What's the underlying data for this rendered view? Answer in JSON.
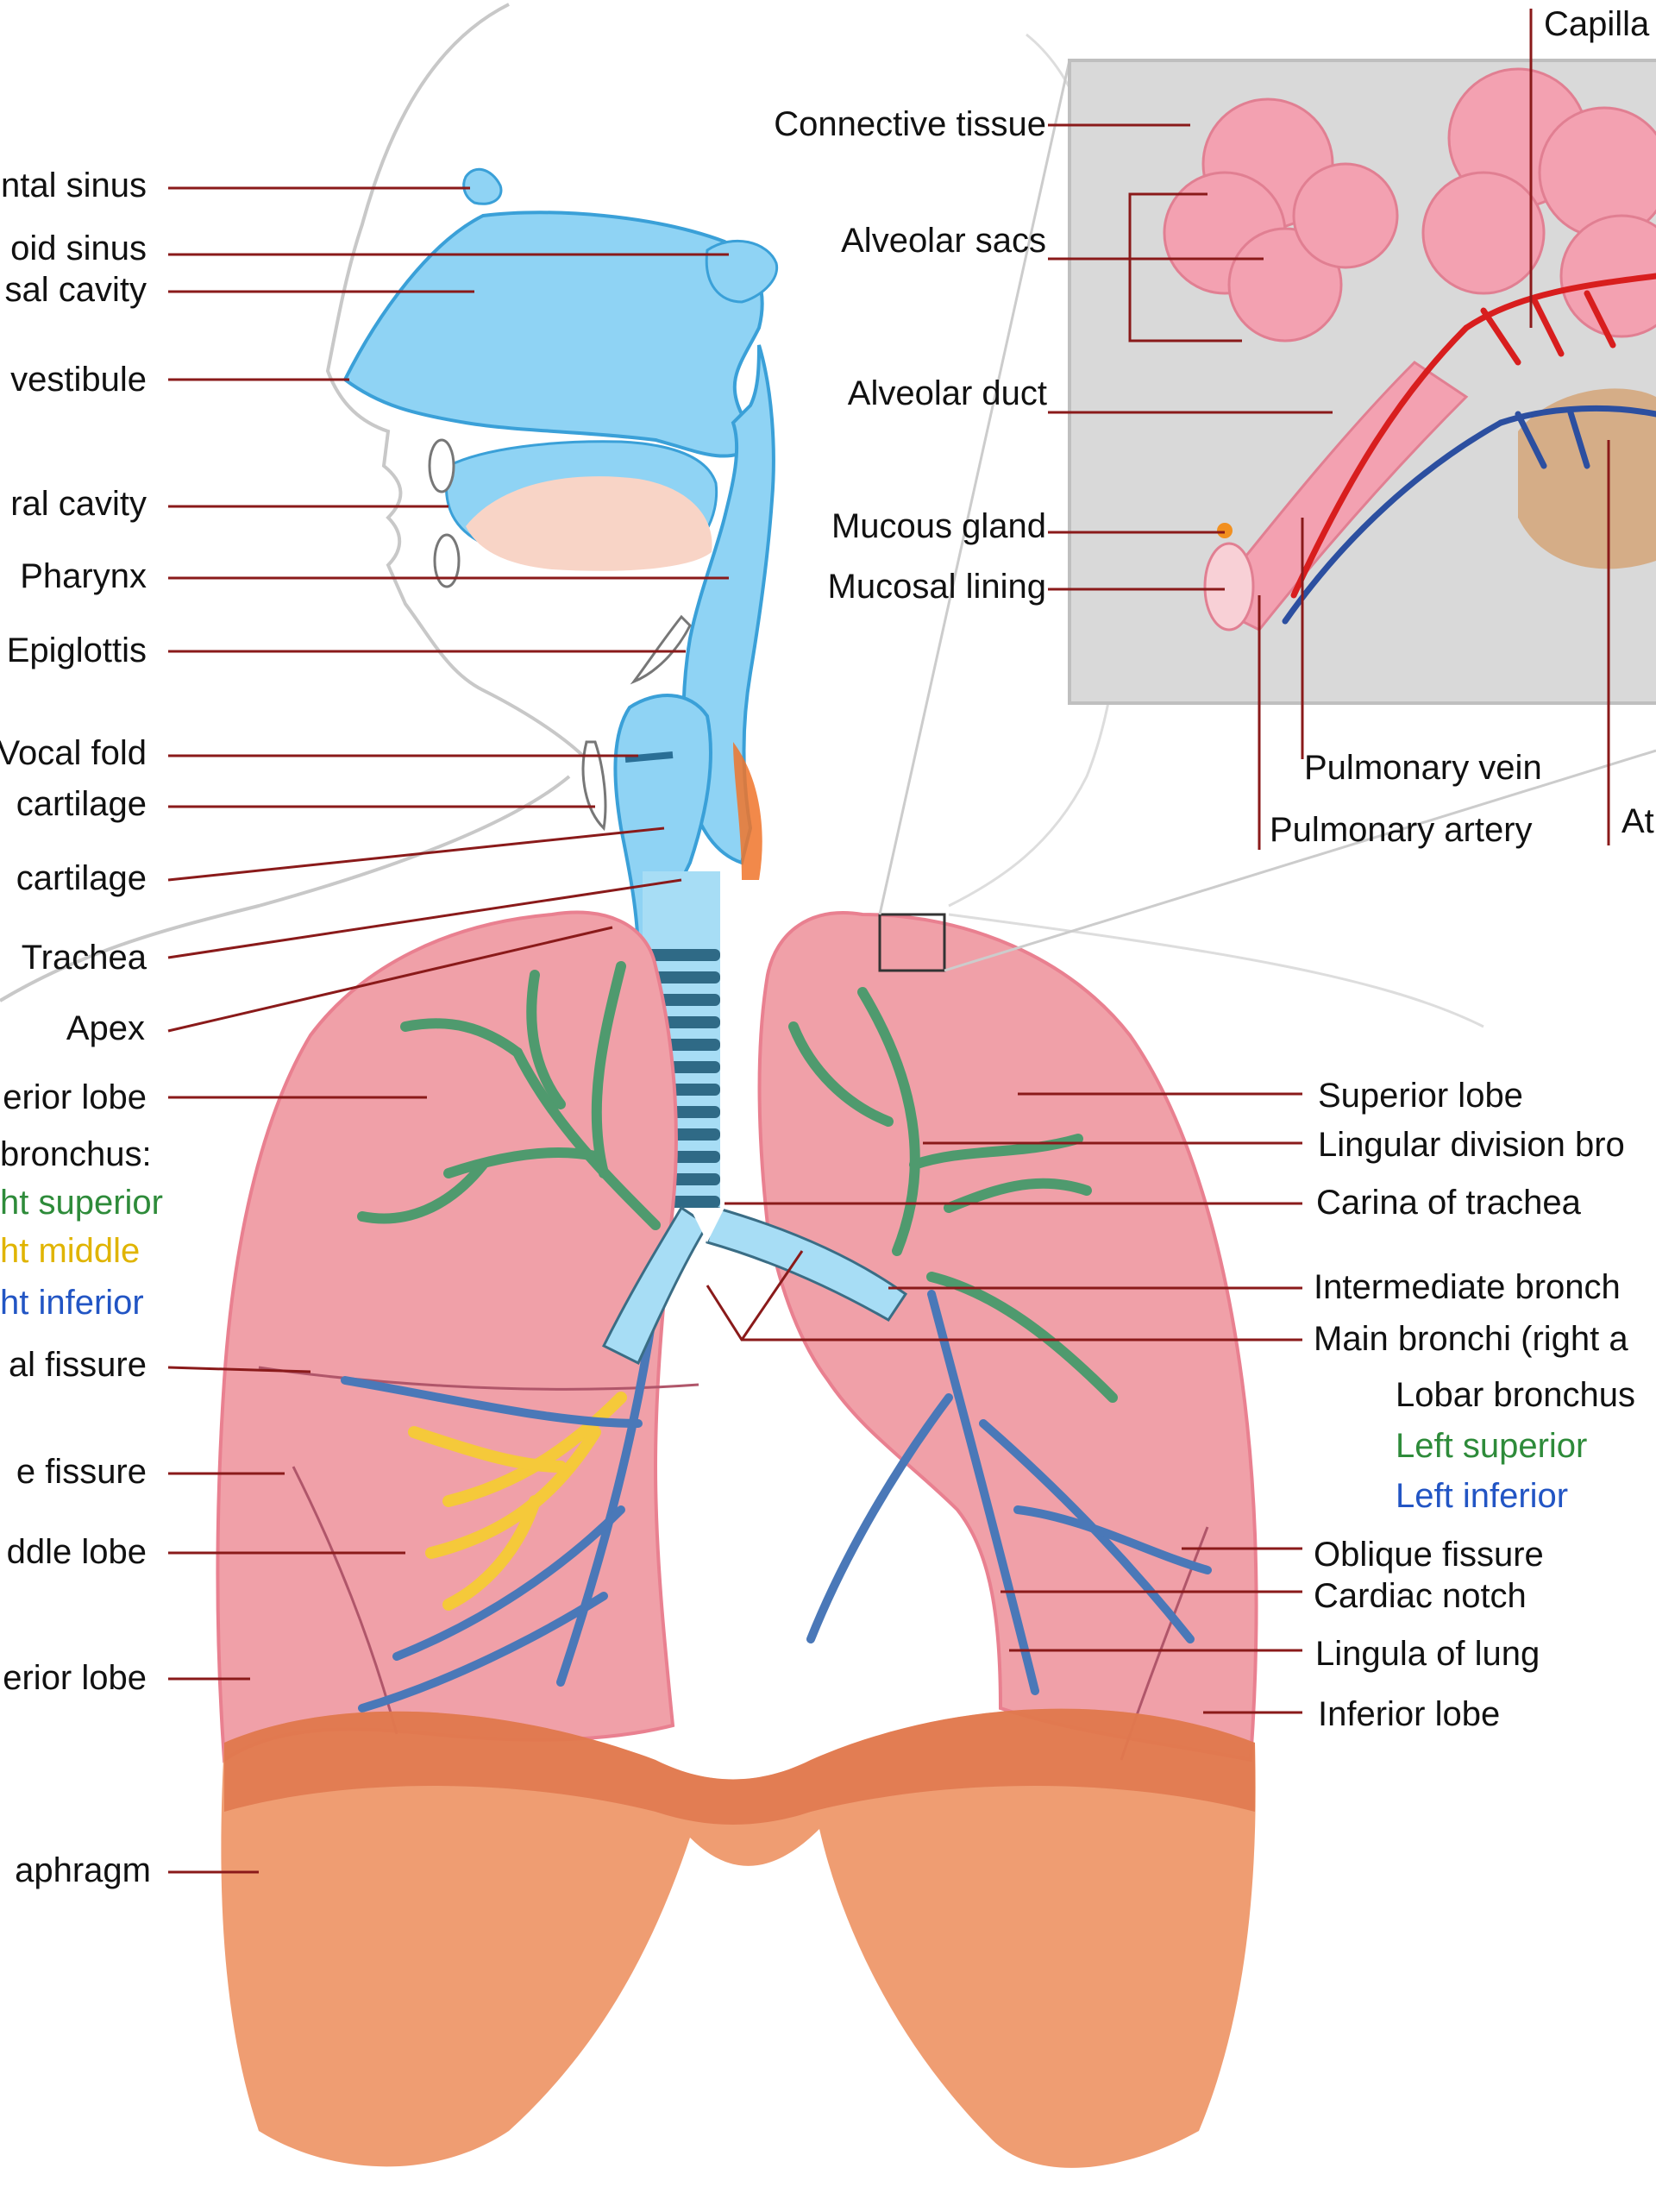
{
  "labels_left": [
    {
      "id": "frontal-sinus",
      "text": "ntal sinus"
    },
    {
      "id": "sphenoid-sinus",
      "text": "oid sinus"
    },
    {
      "id": "nasal-cavity",
      "text": "sal cavity"
    },
    {
      "id": "nasal-vestibule",
      "text": "vestibule"
    },
    {
      "id": "oral-cavity",
      "text": "ral cavity"
    },
    {
      "id": "pharynx",
      "text": "Pharynx"
    },
    {
      "id": "epiglottis",
      "text": "Epiglottis"
    },
    {
      "id": "vocal-fold",
      "text": "Vocal fold"
    },
    {
      "id": "thyroid-cartilage",
      "text": "cartilage"
    },
    {
      "id": "cricoid-cartilage",
      "text": "cartilage"
    },
    {
      "id": "trachea",
      "text": "Trachea"
    },
    {
      "id": "apex",
      "text": "Apex"
    },
    {
      "id": "right-superior-lobe",
      "text": "erior lobe"
    },
    {
      "id": "lobar-bronchus-right",
      "text": "bronchus:"
    },
    {
      "id": "right-superior",
      "text": "ht superior",
      "color": "#2e8b3a"
    },
    {
      "id": "right-middle",
      "text": "ht middle",
      "color": "#e0b400"
    },
    {
      "id": "right-inferior",
      "text": "ht inferior",
      "color": "#2255c4"
    },
    {
      "id": "horizontal-fissure",
      "text": "al fissure"
    },
    {
      "id": "oblique-fissure-right",
      "text": "e fissure"
    },
    {
      "id": "middle-lobe",
      "text": "ddle lobe"
    },
    {
      "id": "right-inferior-lobe",
      "text": "erior lobe"
    },
    {
      "id": "diaphragm",
      "text": "aphragm"
    }
  ],
  "labels_right": [
    {
      "id": "left-superior-lobe",
      "text": "Superior lobe"
    },
    {
      "id": "lingular-division",
      "text": "Lingular division bro"
    },
    {
      "id": "carina",
      "text": "Carina of trachea"
    },
    {
      "id": "intermediate-bronchus",
      "text": "Intermediate bronch"
    },
    {
      "id": "main-bronchi",
      "text": "Main bronchi (right a"
    },
    {
      "id": "lobar-bronchus-left",
      "text": "Lobar bronchus"
    },
    {
      "id": "left-superior",
      "text": "Left superior",
      "color": "#2e8b3a"
    },
    {
      "id": "left-inferior",
      "text": "Left inferior",
      "color": "#2255c4"
    },
    {
      "id": "oblique-fissure-left",
      "text": "Oblique fissure"
    },
    {
      "id": "cardiac-notch",
      "text": "Cardiac notch"
    },
    {
      "id": "lingula",
      "text": "Lingula of lung"
    },
    {
      "id": "left-inferior-lobe",
      "text": "Inferior lobe"
    }
  ],
  "inset_labels": [
    {
      "id": "connective-tissue",
      "text": "Connective tissue"
    },
    {
      "id": "alveolar-sacs",
      "text": "Alveolar sacs"
    },
    {
      "id": "alveolar-duct",
      "text": "Alveolar duct"
    },
    {
      "id": "mucous-gland",
      "text": "Mucous gland"
    },
    {
      "id": "mucosal-lining",
      "text": "Mucosal lining"
    },
    {
      "id": "capillaries",
      "text": "Capilla"
    },
    {
      "id": "pulmonary-vein",
      "text": "Pulmonary vein"
    },
    {
      "id": "pulmonary-artery",
      "text": "Pulmonary artery"
    },
    {
      "id": "atrium",
      "text": "At"
    }
  ],
  "colors": {
    "airway": "#8fd3f4",
    "airway_stroke": "#3aa0d8",
    "lung": "#f0a0a8",
    "lung_light": "#f7c6c9",
    "diaphragm": "#ee9566",
    "bronchi_green": "#4f9a6e",
    "bronchi_blue": "#4a78b8",
    "bronchi_yellow": "#f5c93a",
    "leader_line": "#8a1a1a",
    "artery_red": "#d81e1e",
    "vein_blue": "#2c4fa0",
    "alveoli": "#f3a1b1"
  }
}
